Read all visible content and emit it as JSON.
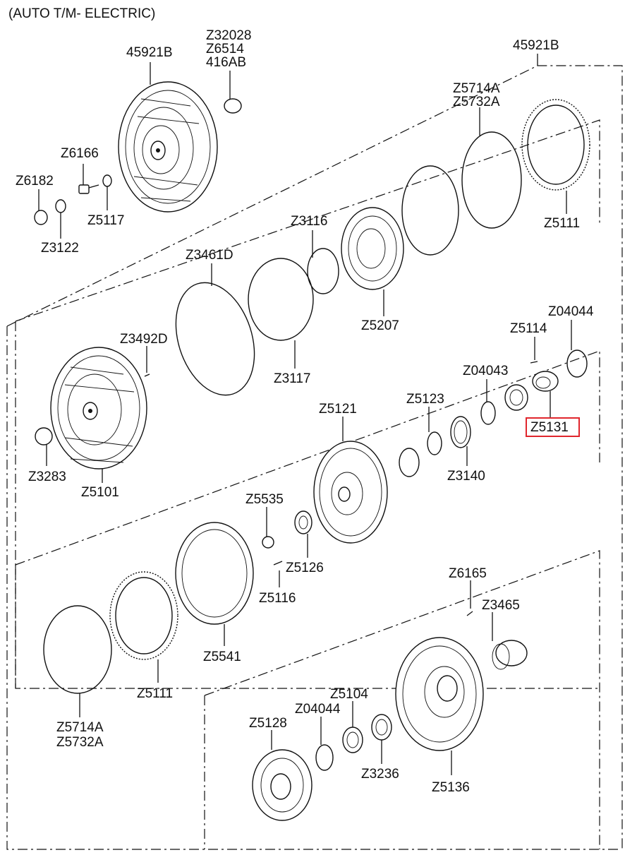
{
  "header": {
    "title": "(AUTO T/M- ELECTRIC)"
  },
  "highlight_color": "#e0262d",
  "labels": {
    "l45921B_a": "45921B",
    "l45921B_b": "45921B",
    "lZ32028": "Z32028",
    "lZ6514": "Z6514",
    "l416AB": "416AB",
    "lZ6166": "Z6166",
    "lZ6182": "Z6182",
    "lZ5117": "Z5117",
    "lZ3122": "Z3122",
    "lZ5714A_a": "Z5714A",
    "lZ5732A_a": "Z5732A",
    "lZ5111_a": "Z5111",
    "lZ3116": "Z3116",
    "lZ3461D": "Z3461D",
    "lZ5207": "Z5207",
    "lZ04044_a": "Z04044",
    "lZ5114": "Z5114",
    "lZ3492D": "Z3492D",
    "lZ04043": "Z04043",
    "lZ3117": "Z3117",
    "lZ5131": "Z5131",
    "lZ5121": "Z5121",
    "lZ5123": "Z5123",
    "lZ3283": "Z3283",
    "lZ5101": "Z5101",
    "lZ3140": "Z3140",
    "lZ5535": "Z5535",
    "lZ5126": "Z5126",
    "lZ5116": "Z5116",
    "lZ6165": "Z6165",
    "lZ3465": "Z3465",
    "lZ5541": "Z5541",
    "lZ5111_b": "Z5111",
    "lZ5104": "Z5104",
    "lZ04044_b": "Z04044",
    "lZ5128": "Z5128",
    "lZ5714A_b": "Z5714A",
    "lZ5732A_b": "Z5732A",
    "lZ3236": "Z3236",
    "lZ5136": "Z5136"
  }
}
